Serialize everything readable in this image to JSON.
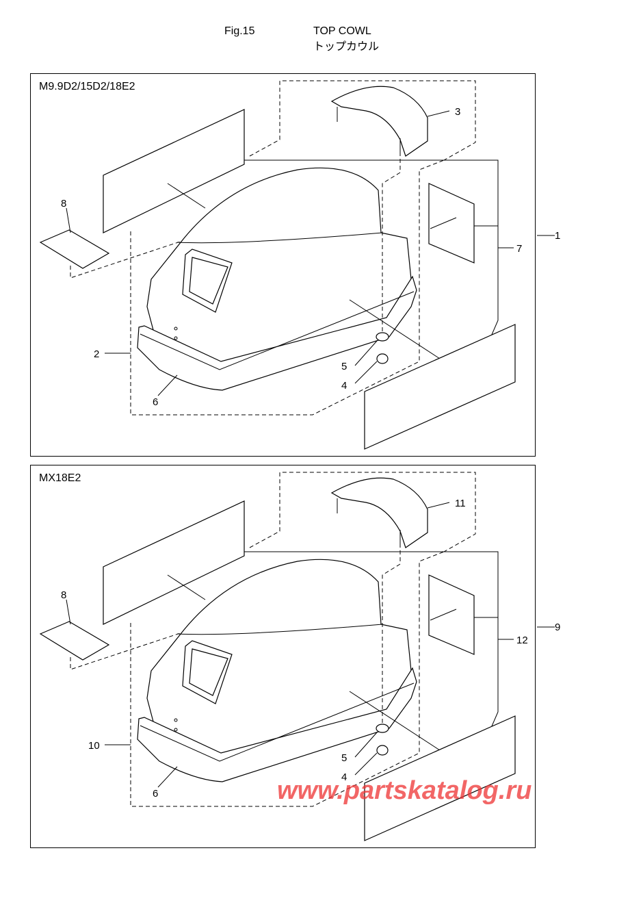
{
  "header": {
    "fig_label": "Fig.15",
    "title_en": "TOP COWL",
    "title_jp": "トップカウル"
  },
  "panels": [
    {
      "model": "M9.9D2/15D2/18E2",
      "callouts": [
        "3",
        "8",
        "1",
        "7",
        "2",
        "5",
        "4",
        "6"
      ]
    },
    {
      "model": "MX18E2",
      "callouts": [
        "11",
        "8",
        "9",
        "12",
        "10",
        "5",
        "4",
        "6"
      ]
    }
  ],
  "watermark": "www.partskatalog.ru"
}
